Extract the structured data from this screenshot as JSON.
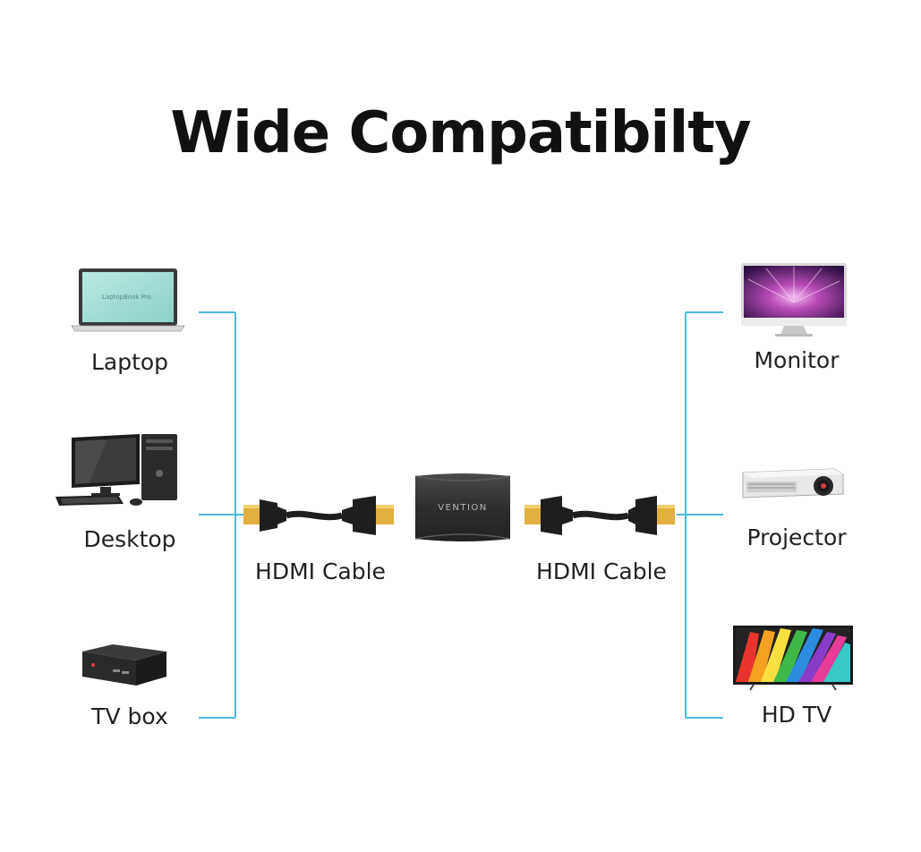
{
  "title": "Wide Compatibilty",
  "sources": [
    {
      "label": "Laptop",
      "icon": "laptop-icon",
      "screen_text": "LaptopBook Pro"
    },
    {
      "label": "Desktop",
      "icon": "desktop-icon"
    },
    {
      "label": "TV box",
      "icon": "tv-box-icon"
    }
  ],
  "displays": [
    {
      "label": "Monitor",
      "icon": "monitor-icon"
    },
    {
      "label": "Projector",
      "icon": "projector-icon"
    },
    {
      "label": "HD TV",
      "icon": "hd-tv-icon"
    }
  ],
  "cables": [
    {
      "label": "HDMI Cable"
    },
    {
      "label": "HDMI Cable"
    }
  ],
  "adapter": {
    "brand": "VENTION"
  },
  "colors": {
    "wire": "#4fb8e0",
    "title": "#111111",
    "connector_gold": "#e0b040",
    "cable_black": "#1e1e1e"
  }
}
